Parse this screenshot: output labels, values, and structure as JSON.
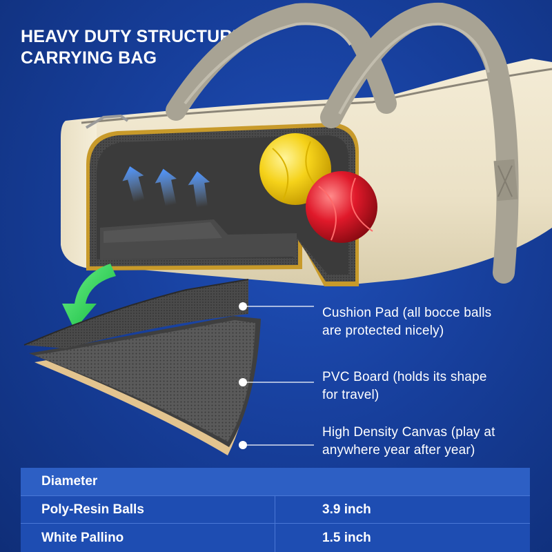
{
  "title": {
    "line1": "HEAVY DUTY STRUCTURED",
    "line2": "CARRYING BAG"
  },
  "callouts": [
    {
      "line1": "Cushion Pad (all bocce balls",
      "line2": "are protected nicely)"
    },
    {
      "line1": "PVC Board (holds its shape",
      "line2": "for travel)"
    },
    {
      "line1": "High Density Canvas (play at",
      "line2": "anywhere year after year)"
    }
  ],
  "table": {
    "header": "Diameter",
    "rows": [
      {
        "item": "Poly-Resin Balls",
        "value": "3.9 inch"
      },
      {
        "item": "White Pallino",
        "value": "1.5 inch"
      }
    ]
  },
  "colors": {
    "background": "#173f9c",
    "bag": "#efe6cf",
    "strap": "#a8a394",
    "arrow": "#1fcf4a",
    "yellow_ball": "#f6d21a",
    "red_ball": "#e0192a",
    "table_header": "#2d5fc4",
    "table_row": "#1e4db2"
  },
  "icons": [
    "green-arrow-icon",
    "blue-airflow-arrow-icon"
  ]
}
